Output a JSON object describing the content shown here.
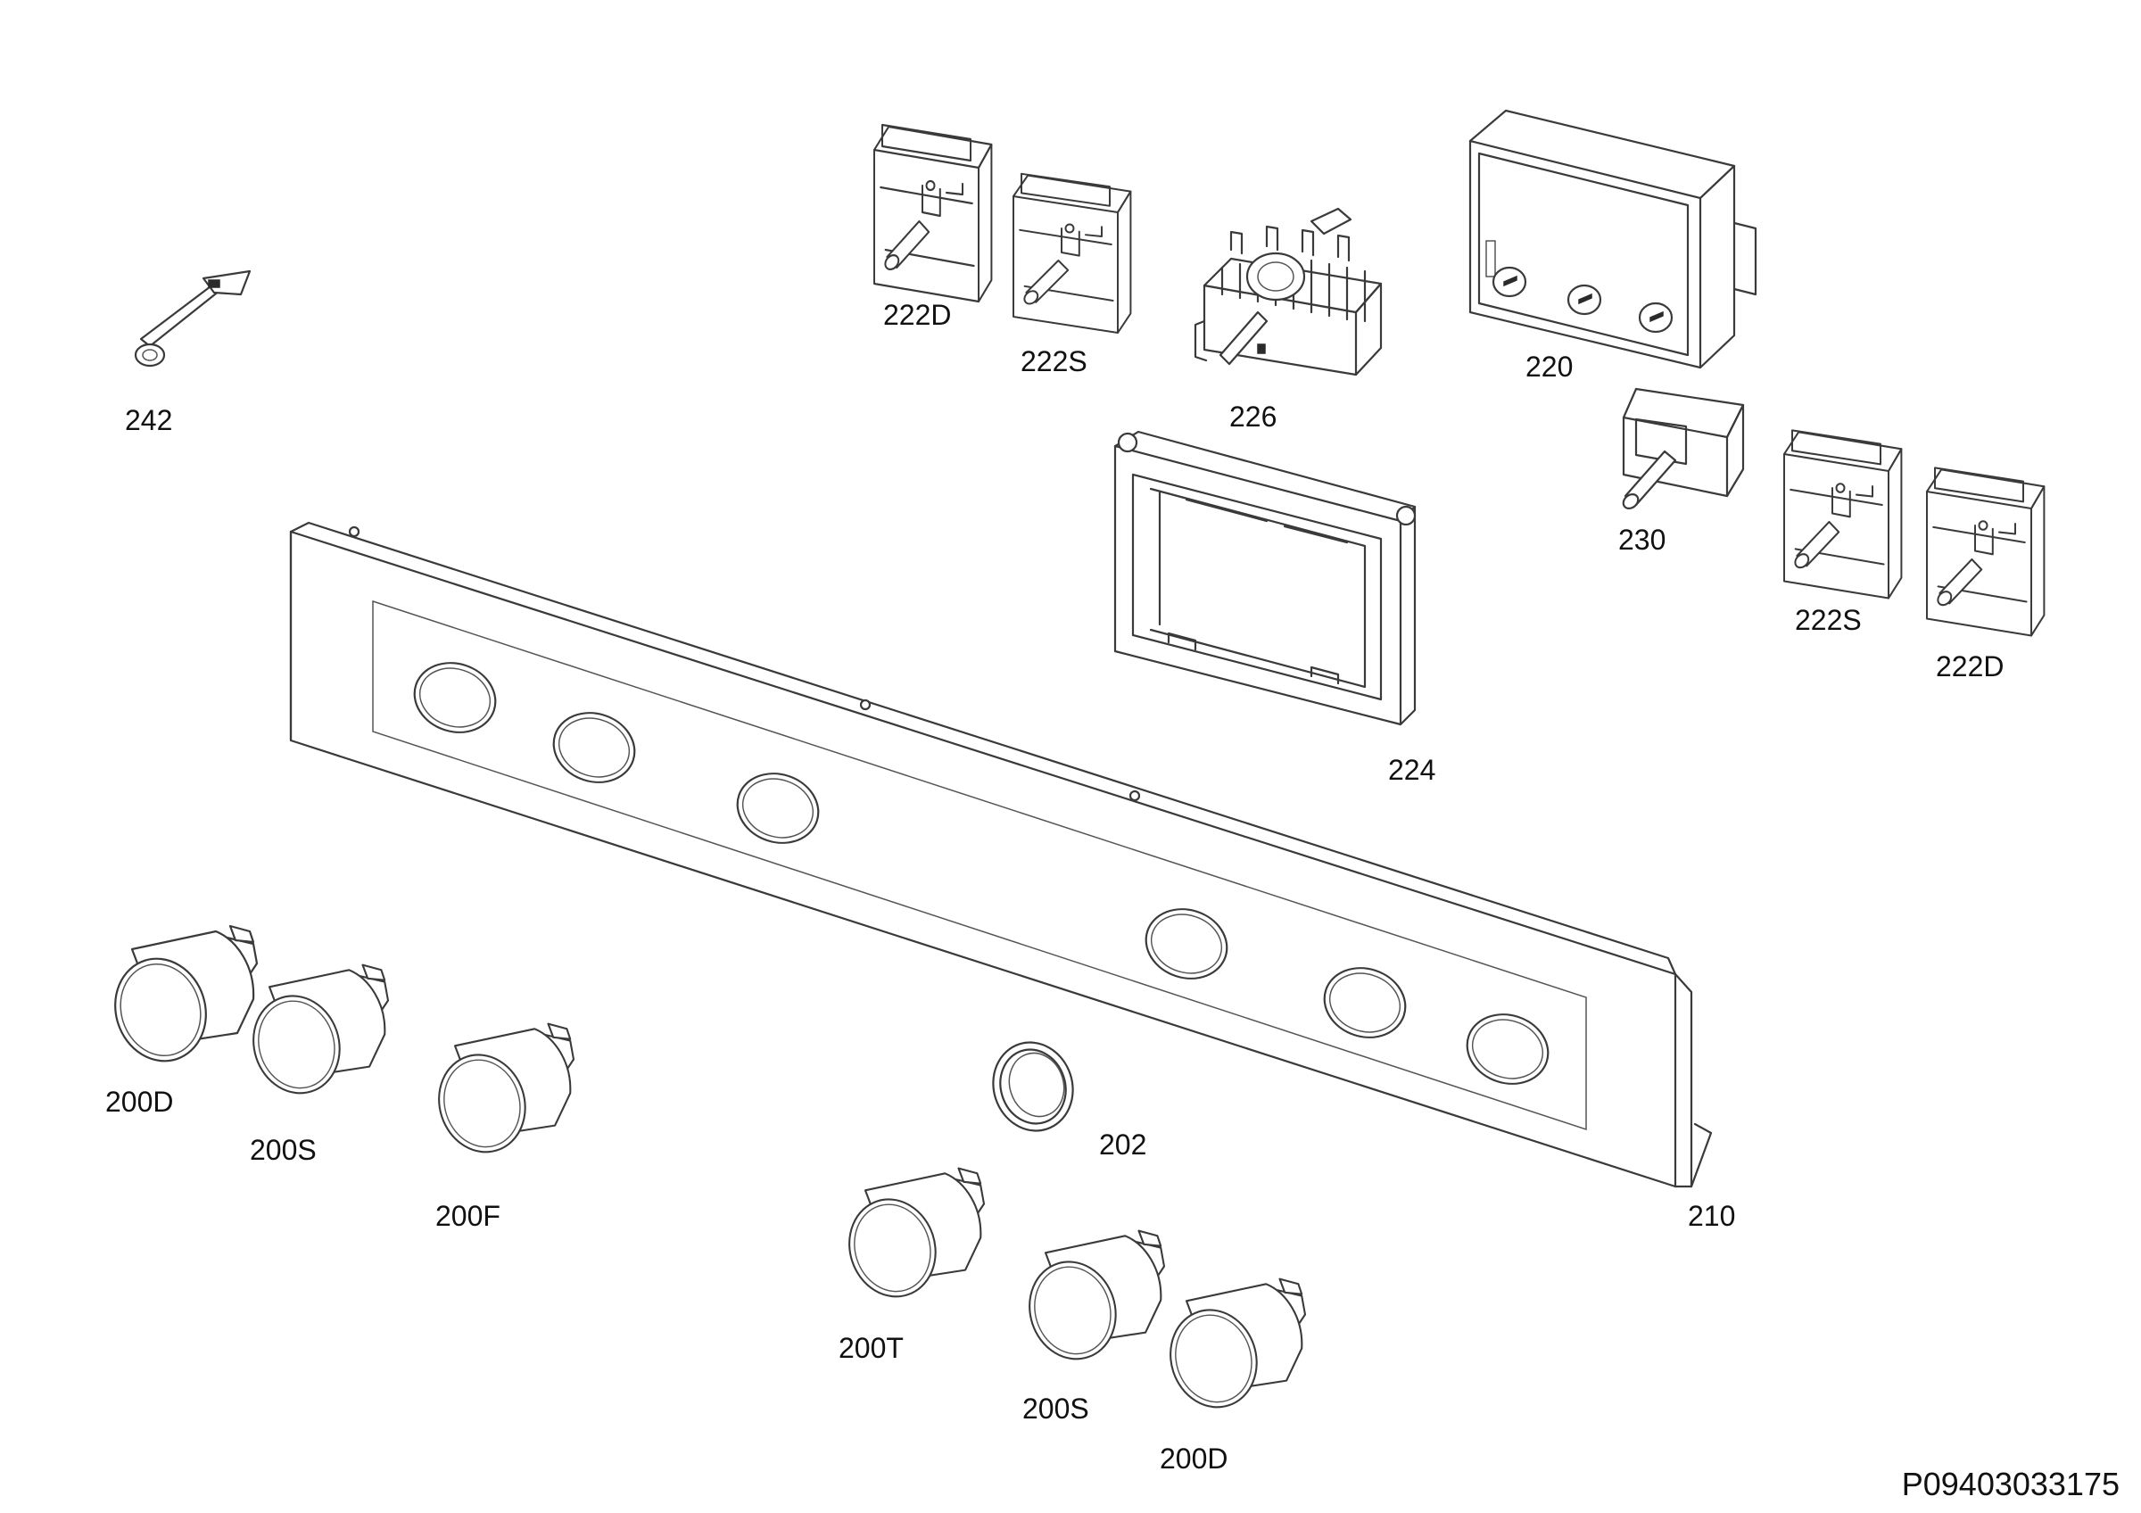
{
  "diagram": {
    "document_id": "P09403033175",
    "labels": {
      "p242": "242",
      "p222d_top": "222D",
      "p222s_top": "222S",
      "p226": "226",
      "p220": "220",
      "p230": "230",
      "p222s_right": "222S",
      "p222d_right": "222D",
      "p224": "224",
      "p210": "210",
      "p202": "202",
      "p200d_left": "200D",
      "p200s_left": "200S",
      "p200f": "200F",
      "p200t": "200T",
      "p200s_bottom": "200S",
      "p200d_bottom": "200D"
    }
  }
}
